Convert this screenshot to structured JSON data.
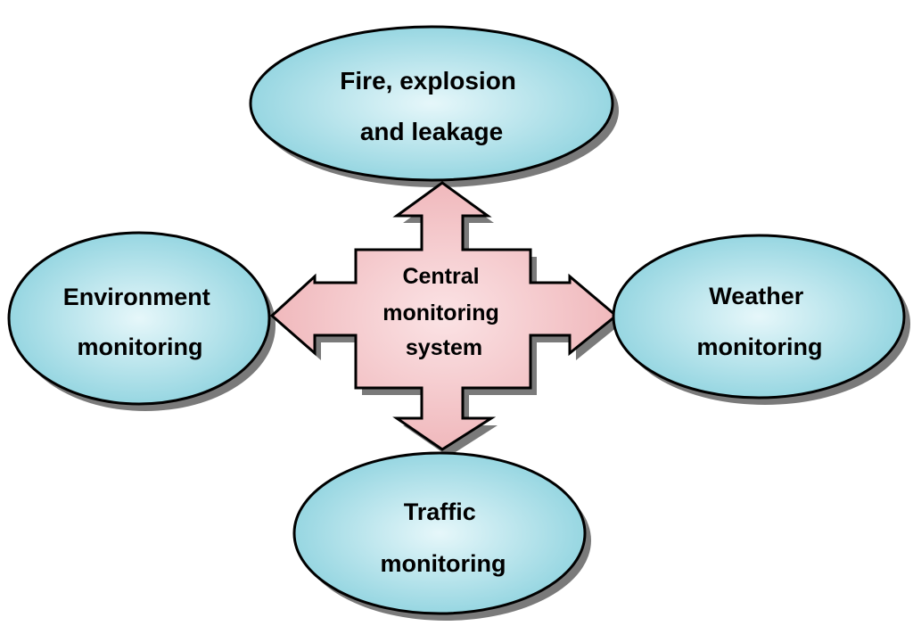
{
  "colors": {
    "ellipse_fill_center": "#e6f7fa",
    "ellipse_fill_edge": "#8fd3df",
    "ellipse_stroke": "#000000",
    "arrow_fill_center": "#fbe3e5",
    "arrow_fill_edge": "#efb4b8",
    "arrow_stroke": "#000000",
    "shadow": "#7a7a7a"
  },
  "center": {
    "lines": [
      "Central",
      "monitoring",
      "system"
    ]
  },
  "nodes": {
    "top": {
      "lines": [
        "Fire, explosion",
        "and leakage"
      ]
    },
    "left": {
      "lines": [
        "Environment",
        "monitoring"
      ]
    },
    "right": {
      "lines": [
        "Weather",
        "monitoring"
      ]
    },
    "bottom": {
      "lines": [
        "Traffic",
        "monitoring"
      ]
    }
  }
}
